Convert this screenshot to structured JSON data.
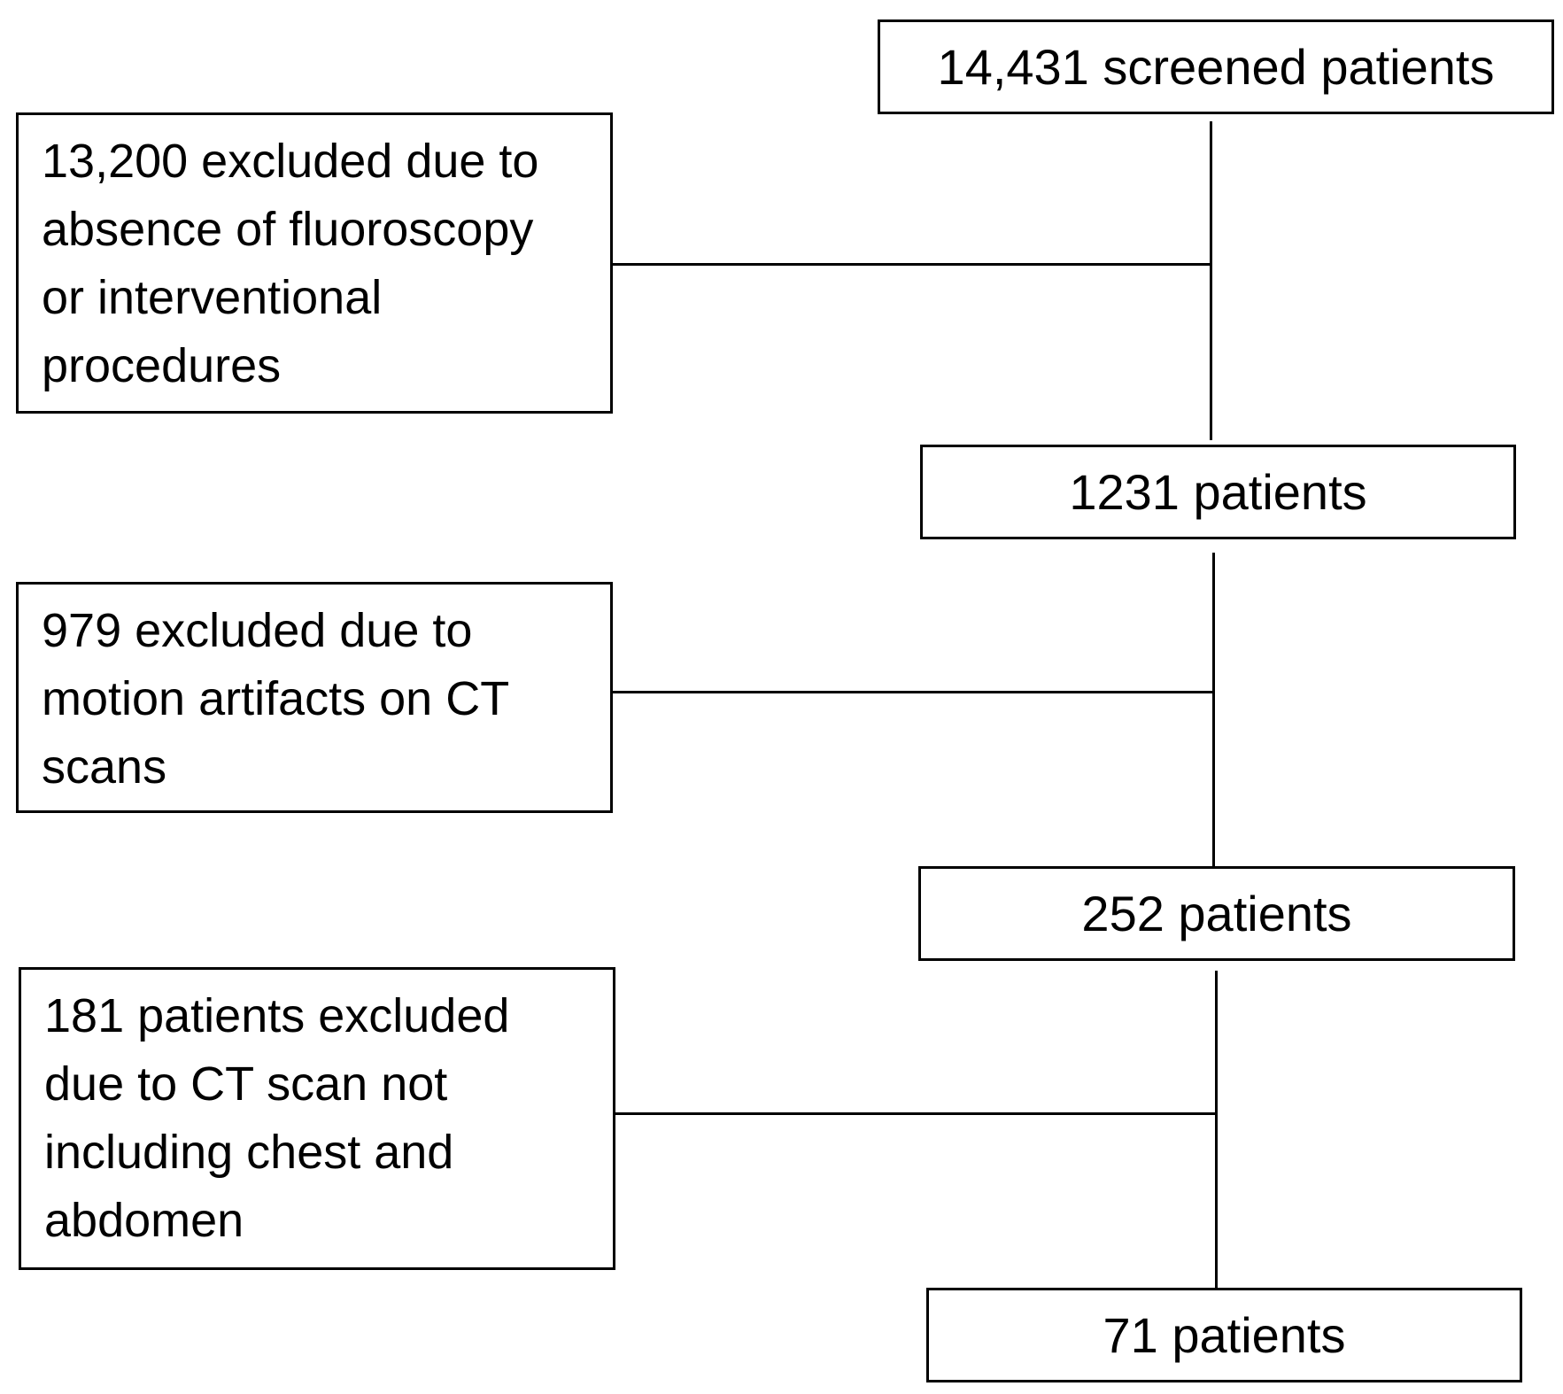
{
  "flow": {
    "boxes": {
      "screened": "14,431 screened patients",
      "after_first": "1231 patients",
      "after_second": "252 patients",
      "final": "71 patients"
    },
    "exclusions": {
      "first": {
        "lines": [
          "13,200 excluded due to",
          "absence of fluoroscopy",
          "or interventional",
          "procedures"
        ]
      },
      "second": {
        "lines": [
          "979 excluded due to",
          "motion artifacts on CT",
          "scans"
        ]
      },
      "third": {
        "lines": [
          "181 patients excluded",
          "due to CT scan not",
          "including chest and",
          "abdomen"
        ]
      }
    }
  }
}
